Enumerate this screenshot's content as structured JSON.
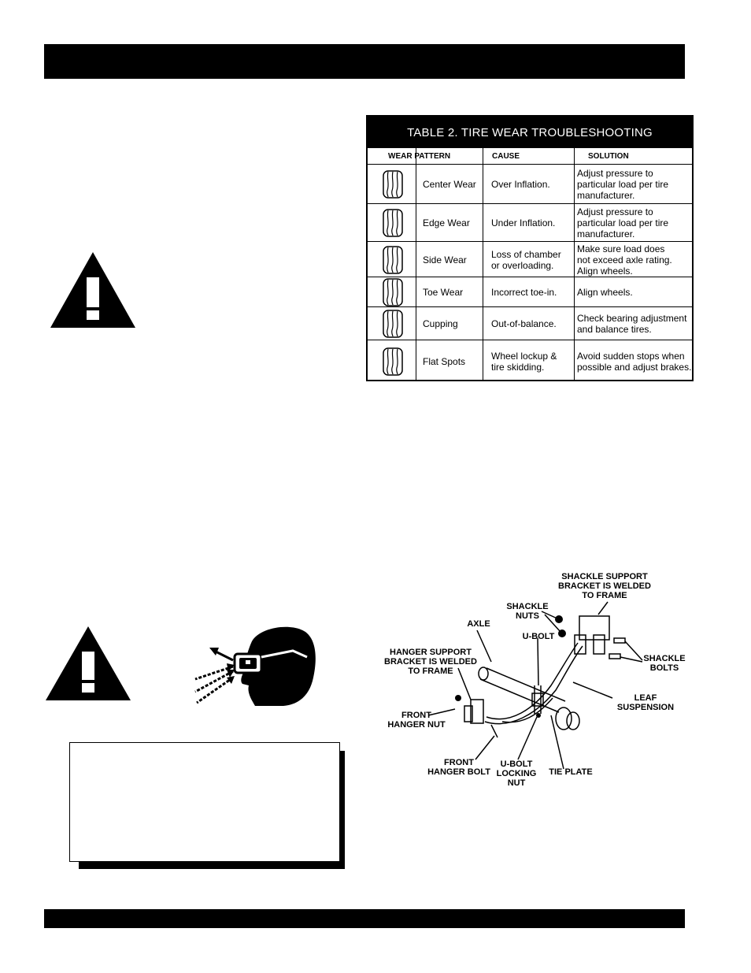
{
  "table": {
    "title": "TABLE  2.  TIRE WEAR TROUBLESHOOTING",
    "headers": {
      "pattern": "WEAR PATTERN",
      "cause": "CAUSE",
      "solution": "SOLUTION"
    },
    "rows": [
      {
        "pattern": "Center Wear",
        "cause": "Over Inflation.",
        "solution": "Adjust pressure to\nparticular load per tire\nmanufacturer."
      },
      {
        "pattern": "Edge Wear",
        "cause": "Under Inflation.",
        "solution": "Adjust pressure to\nparticular load per tire\nmanufacturer."
      },
      {
        "pattern": "Side Wear",
        "cause": "Loss of chamber\nor overloading.",
        "solution": "Make sure load does\nnot exceed axle rating.\nAlign wheels."
      },
      {
        "pattern": "Toe Wear",
        "cause": "Incorrect toe-in.",
        "solution": "Align wheels."
      },
      {
        "pattern": "Cupping",
        "cause": "Out-of-balance.",
        "solution": "Check bearing adjustment\nand balance tires."
      },
      {
        "pattern": "Flat Spots",
        "cause": "Wheel lockup &\ntire skidding.",
        "solution": "Avoid sudden stops when\npossible and adjust brakes."
      }
    ]
  },
  "diagram": {
    "labels": {
      "shackle_support": "SHACKLE SUPPORT\nBRACKET IS WELDED\nTO FRAME",
      "shackle_nuts": "SHACKLE\nNUTS",
      "axle": "AXLE",
      "ubolt": "U-BOLT",
      "hanger_support": "HANGER SUPPORT\nBRACKET IS WELDED\nTO FRAME",
      "shackle_bolts": "SHACKLE\nBOLTS",
      "leaf_suspension": "LEAF\nSUSPENSION",
      "front_hanger_nut": "FRONT\nHANGER NUT",
      "front_hanger_bolt": "FRONT\nHANGER BOLT",
      "ubolt_locking_nut": "U-BOLT\nLOCKING\nNUT",
      "tie_plate": "TIE PLATE"
    }
  }
}
